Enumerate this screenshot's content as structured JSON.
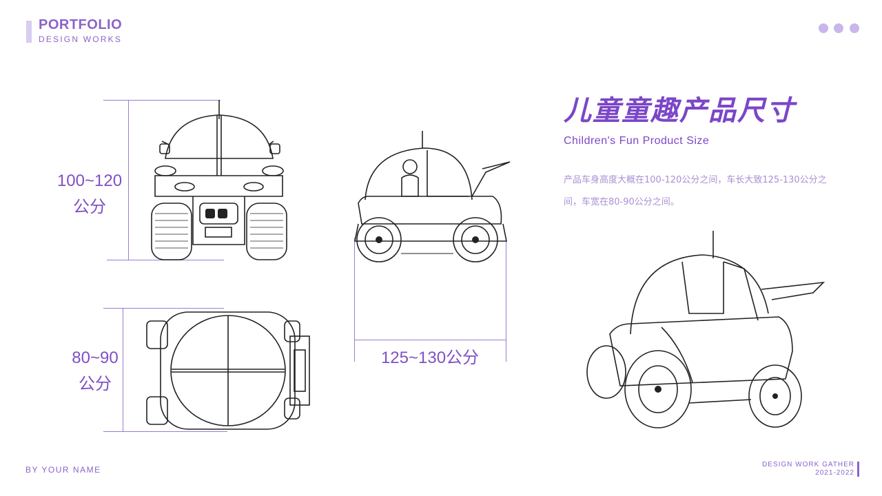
{
  "header": {
    "brand_title": "PORTFOLIO",
    "brand_subtitle": "DESIGN WORKS",
    "dots_color": "#c9b6ea"
  },
  "content": {
    "title_cn": "儿童童趣产品尺寸",
    "title_en": "Children's Fun Product Size",
    "description": "产品车身高度大概在100-120公分之间，车长大致125-130公分之间，车宽在80-90公分之间。"
  },
  "dimensions": {
    "height_range": "100~120",
    "height_unit": "公分",
    "width_range": "80~90",
    "width_unit": "公分",
    "length": "125~130公分"
  },
  "footer": {
    "left": "BY YOUR NAME",
    "right_title": "DESIGN WORK GATHER",
    "right_years": "2021-2022"
  },
  "colors": {
    "accent": "#7b46c8",
    "light_accent": "#c9b6ea",
    "text_muted": "#a98fd3"
  }
}
